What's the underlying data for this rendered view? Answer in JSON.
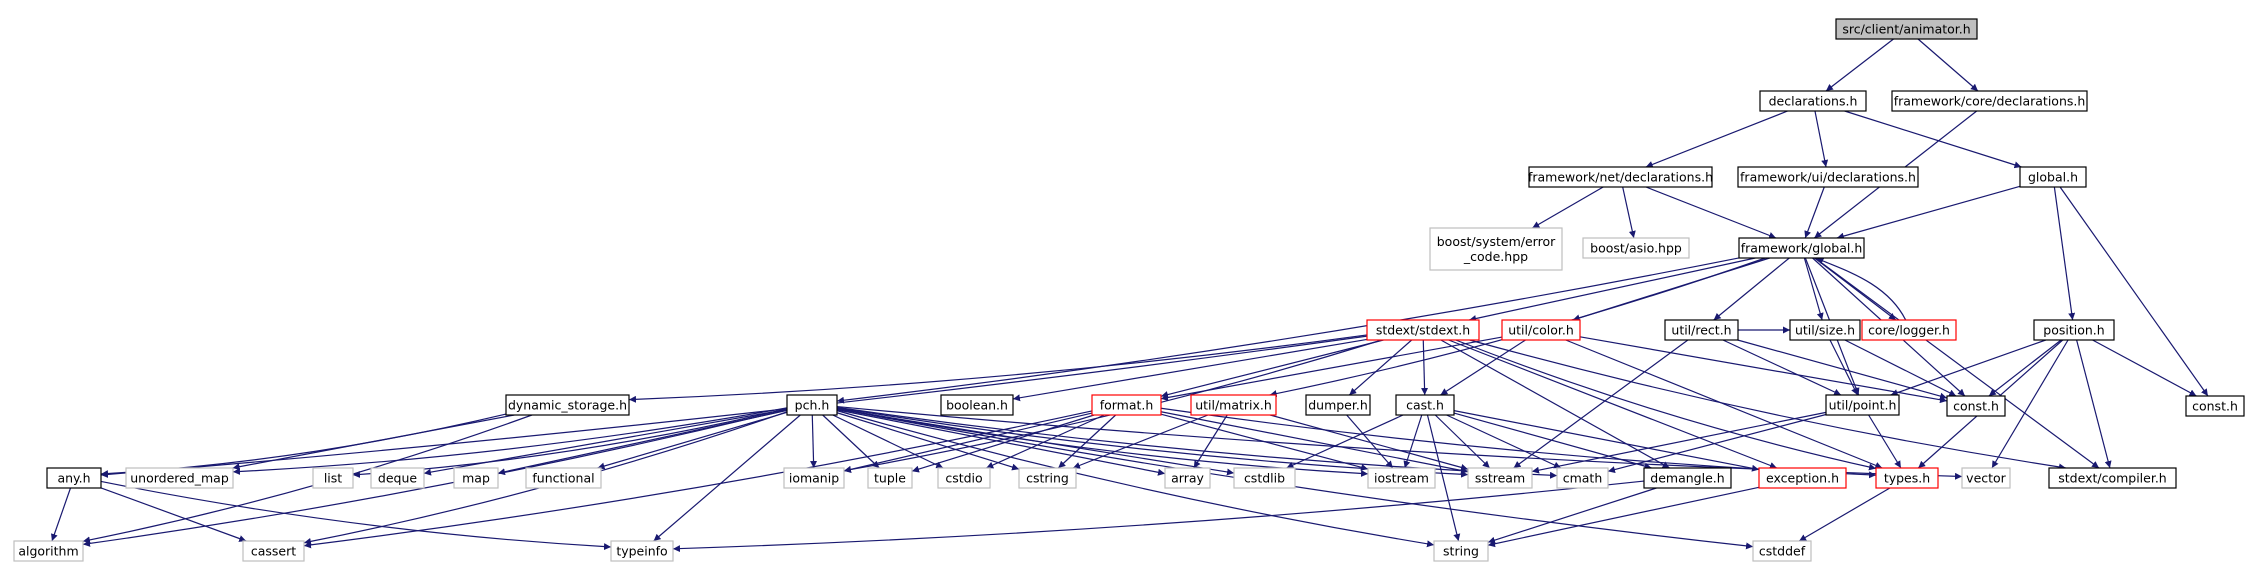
{
  "diagram": {
    "colors": {
      "edge": "#191970",
      "root_fill": "#bfbfbf",
      "documented_border": "#000000",
      "truncated_border": "#ff0000",
      "external_border": "#bfbfbf"
    },
    "nodes": [
      {
        "id": "animator",
        "label": "src/client/animator.h",
        "kind": "root"
      },
      {
        "id": "declarations",
        "label": "declarations.h",
        "kind": "doc"
      },
      {
        "id": "fw_core_decl",
        "label": "framework/core/declarations.h",
        "kind": "doc"
      },
      {
        "id": "fw_net_decl",
        "label": "framework/net/declarations.h",
        "kind": "doc"
      },
      {
        "id": "fw_ui_decl",
        "label": "framework/ui/declarations.h",
        "kind": "doc"
      },
      {
        "id": "global",
        "label": "global.h",
        "kind": "doc"
      },
      {
        "id": "boost_err",
        "label": [
          "boost/system/error",
          "_code.hpp"
        ],
        "kind": "ext"
      },
      {
        "id": "boost_asio",
        "label": "boost/asio.hpp",
        "kind": "ext"
      },
      {
        "id": "fw_global",
        "label": "framework/global.h",
        "kind": "doc"
      },
      {
        "id": "stdext",
        "label": "stdext/stdext.h",
        "kind": "red"
      },
      {
        "id": "util_color",
        "label": "util/color.h",
        "kind": "red"
      },
      {
        "id": "util_rect",
        "label": "util/rect.h",
        "kind": "doc"
      },
      {
        "id": "util_size",
        "label": "util/size.h",
        "kind": "doc"
      },
      {
        "id": "core_logger",
        "label": "core/logger.h",
        "kind": "red"
      },
      {
        "id": "position",
        "label": "position.h",
        "kind": "doc"
      },
      {
        "id": "dynamic_storage",
        "label": "dynamic_storage.h",
        "kind": "doc"
      },
      {
        "id": "pch",
        "label": "pch.h",
        "kind": "doc"
      },
      {
        "id": "boolean",
        "label": "boolean.h",
        "kind": "doc"
      },
      {
        "id": "format",
        "label": "format.h",
        "kind": "red"
      },
      {
        "id": "util_matrix",
        "label": "util/matrix.h",
        "kind": "red"
      },
      {
        "id": "dumper",
        "label": "dumper.h",
        "kind": "doc"
      },
      {
        "id": "cast",
        "label": "cast.h",
        "kind": "doc"
      },
      {
        "id": "util_point",
        "label": "util/point.h",
        "kind": "doc"
      },
      {
        "id": "const1",
        "label": "const.h",
        "kind": "doc"
      },
      {
        "id": "const2",
        "label": "const.h",
        "kind": "doc"
      },
      {
        "id": "any",
        "label": "any.h",
        "kind": "doc"
      },
      {
        "id": "unordered_map",
        "label": "unordered_map",
        "kind": "ext"
      },
      {
        "id": "list",
        "label": "list",
        "kind": "ext"
      },
      {
        "id": "deque",
        "label": "deque",
        "kind": "ext"
      },
      {
        "id": "map",
        "label": "map",
        "kind": "ext"
      },
      {
        "id": "functional",
        "label": "functional",
        "kind": "ext"
      },
      {
        "id": "iomanip",
        "label": "iomanip",
        "kind": "ext"
      },
      {
        "id": "tuple",
        "label": "tuple",
        "kind": "ext"
      },
      {
        "id": "cstdio",
        "label": "cstdio",
        "kind": "ext"
      },
      {
        "id": "cstring",
        "label": "cstring",
        "kind": "ext"
      },
      {
        "id": "array",
        "label": "array",
        "kind": "ext"
      },
      {
        "id": "cstdlib",
        "label": "cstdlib",
        "kind": "ext"
      },
      {
        "id": "iostream",
        "label": "iostream",
        "kind": "ext"
      },
      {
        "id": "sstream",
        "label": "sstream",
        "kind": "ext"
      },
      {
        "id": "cmath",
        "label": "cmath",
        "kind": "ext"
      },
      {
        "id": "demangle",
        "label": "demangle.h",
        "kind": "doc"
      },
      {
        "id": "exception",
        "label": "exception.h",
        "kind": "red"
      },
      {
        "id": "types",
        "label": "types.h",
        "kind": "red"
      },
      {
        "id": "vector",
        "label": "vector",
        "kind": "ext"
      },
      {
        "id": "stdext_compiler",
        "label": "stdext/compiler.h",
        "kind": "doc"
      },
      {
        "id": "algorithm",
        "label": "algorithm",
        "kind": "ext"
      },
      {
        "id": "cassert",
        "label": "cassert",
        "kind": "ext"
      },
      {
        "id": "typeinfo",
        "label": "typeinfo",
        "kind": "ext"
      },
      {
        "id": "string",
        "label": "string",
        "kind": "ext"
      },
      {
        "id": "cstddef",
        "label": "cstddef",
        "kind": "ext"
      }
    ],
    "edges": [
      [
        "animator",
        "declarations"
      ],
      [
        "animator",
        "fw_core_decl"
      ],
      [
        "declarations",
        "fw_net_decl"
      ],
      [
        "declarations",
        "fw_ui_decl"
      ],
      [
        "declarations",
        "global"
      ],
      [
        "fw_core_decl",
        "fw_global"
      ],
      [
        "fw_net_decl",
        "boost_err"
      ],
      [
        "fw_net_decl",
        "boost_asio"
      ],
      [
        "fw_net_decl",
        "fw_global"
      ],
      [
        "fw_ui_decl",
        "fw_global"
      ],
      [
        "global",
        "fw_global"
      ],
      [
        "global",
        "position"
      ],
      [
        "global",
        "const2"
      ],
      [
        "fw_global",
        "pch"
      ],
      [
        "fw_global",
        "stdext"
      ],
      [
        "fw_global",
        "util_color"
      ],
      [
        "fw_global",
        "util_matrix"
      ],
      [
        "fw_global",
        "util_rect"
      ],
      [
        "fw_global",
        "util_size"
      ],
      [
        "fw_global",
        "util_point"
      ],
      [
        "fw_global",
        "core_logger"
      ],
      [
        "fw_global",
        "const1"
      ],
      [
        "fw_global",
        "stdext_compiler"
      ],
      [
        "core_logger",
        "fw_global"
      ],
      [
        "stdext",
        "dynamic_storage"
      ],
      [
        "stdext",
        "any"
      ],
      [
        "stdext",
        "boolean"
      ],
      [
        "stdext",
        "format"
      ],
      [
        "stdext",
        "dumper"
      ],
      [
        "stdext",
        "cast"
      ],
      [
        "stdext",
        "demangle"
      ],
      [
        "stdext",
        "exception"
      ],
      [
        "stdext",
        "types"
      ],
      [
        "stdext",
        "stdext_compiler"
      ],
      [
        "stdext",
        "iomanip"
      ],
      [
        "util_color",
        "cast"
      ],
      [
        "util_color",
        "format"
      ],
      [
        "util_color",
        "types"
      ],
      [
        "util_color",
        "const1"
      ],
      [
        "util_rect",
        "util_point"
      ],
      [
        "util_rect",
        "util_size"
      ],
      [
        "util_rect",
        "sstream"
      ],
      [
        "util_rect",
        "const1"
      ],
      [
        "util_size",
        "util_point"
      ],
      [
        "util_size",
        "const1"
      ],
      [
        "position",
        "util_point"
      ],
      [
        "position",
        "const1"
      ],
      [
        "position",
        "const2"
      ],
      [
        "position",
        "types"
      ],
      [
        "position",
        "stdext_compiler"
      ],
      [
        "position",
        "vector"
      ],
      [
        "dynamic_storage",
        "any"
      ],
      [
        "dynamic_storage",
        "unordered_map"
      ],
      [
        "dynamic_storage",
        "algorithm"
      ],
      [
        "pch",
        "unordered_map"
      ],
      [
        "pch",
        "list"
      ],
      [
        "pch",
        "deque"
      ],
      [
        "pch",
        "map"
      ],
      [
        "pch",
        "functional"
      ],
      [
        "pch",
        "iomanip"
      ],
      [
        "pch",
        "tuple"
      ],
      [
        "pch",
        "cstdio"
      ],
      [
        "pch",
        "cstring"
      ],
      [
        "pch",
        "array"
      ],
      [
        "pch",
        "cstdlib"
      ],
      [
        "pch",
        "iostream"
      ],
      [
        "pch",
        "sstream"
      ],
      [
        "pch",
        "cmath"
      ],
      [
        "pch",
        "vector"
      ],
      [
        "pch",
        "algorithm"
      ],
      [
        "pch",
        "cassert"
      ],
      [
        "pch",
        "typeinfo"
      ],
      [
        "pch",
        "string"
      ],
      [
        "pch",
        "cstddef"
      ],
      [
        "format",
        "iomanip"
      ],
      [
        "format",
        "tuple"
      ],
      [
        "format",
        "cstdio"
      ],
      [
        "format",
        "cstring"
      ],
      [
        "format",
        "iostream"
      ],
      [
        "format",
        "sstream"
      ],
      [
        "format",
        "types"
      ],
      [
        "format",
        "cassert"
      ],
      [
        "util_matrix",
        "array"
      ],
      [
        "util_matrix",
        "cstring"
      ],
      [
        "util_matrix",
        "sstream"
      ],
      [
        "dumper",
        "iostream"
      ],
      [
        "cast",
        "sstream"
      ],
      [
        "cast",
        "iostream"
      ],
      [
        "cast",
        "demangle"
      ],
      [
        "cast",
        "exception"
      ],
      [
        "cast",
        "cstdlib"
      ],
      [
        "cast",
        "cmath"
      ],
      [
        "cast",
        "string"
      ],
      [
        "util_point",
        "sstream"
      ],
      [
        "util_point",
        "cmath"
      ],
      [
        "util_point",
        "types"
      ],
      [
        "any",
        "algorithm"
      ],
      [
        "any",
        "cassert"
      ],
      [
        "any",
        "typeinfo"
      ],
      [
        "demangle",
        "string"
      ],
      [
        "demangle",
        "typeinfo"
      ],
      [
        "exception",
        "string"
      ],
      [
        "types",
        "cstddef"
      ]
    ]
  }
}
